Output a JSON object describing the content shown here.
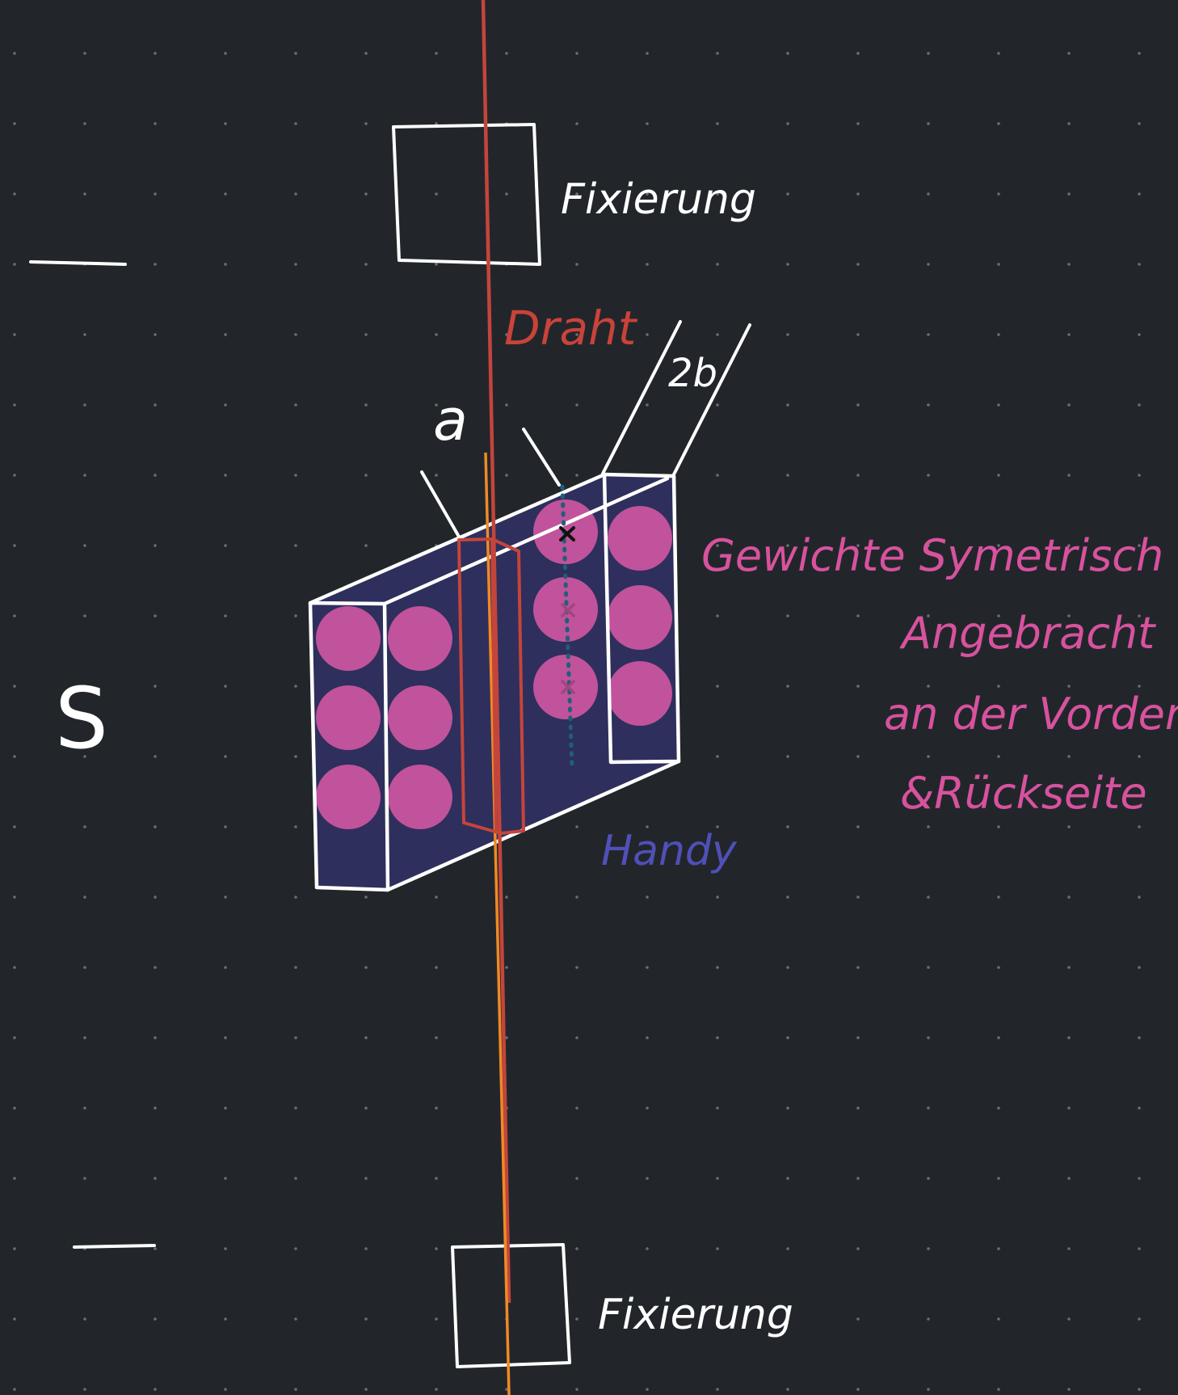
{
  "colors": {
    "background": "#22262b",
    "grid_dot": "#6a6e73",
    "ink_white": "#ffffff",
    "wire_red": "#c4453b",
    "wire_orange": "#f08a24",
    "phone_fill": "#2e2f5c",
    "weight_pink": "#c0539b",
    "label_pink": "#d8529e",
    "label_blue": "#5050b8",
    "label_red": "#c8433a",
    "dotted_teal": "#1f5f78"
  },
  "labels": {
    "fixation_top": "Fixierung",
    "fixation_bottom": "Fixierung",
    "wire": "Draht",
    "dimension_a": "a",
    "dimension_2b": "2b",
    "phone": "Handy",
    "distance_s": "S",
    "note_line1": "Gewichte Symetrisch",
    "note_line2": "Angebracht",
    "note_line3": "an der Vorder",
    "note_line4": "&Rückseite"
  },
  "icons": {
    "fixation_block_top": "square-outline",
    "fixation_block_bottom": "square-outline",
    "weight": "filled-circle",
    "center_marker": "x-mark"
  }
}
